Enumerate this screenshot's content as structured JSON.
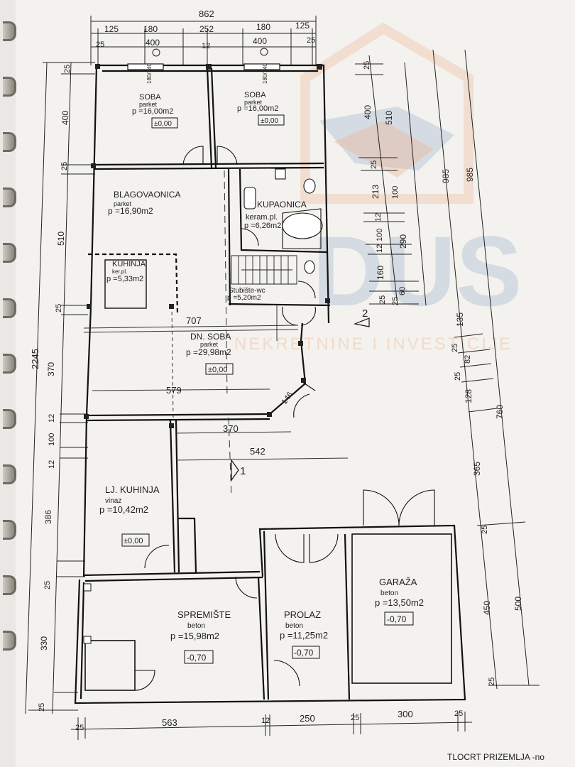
{
  "title": "TLOCRT PRIZEMLJA -no",
  "watermark": {
    "brand": "DUS",
    "tagline": "NEKRETNINE I INVESTICIJE"
  },
  "rooms": [
    {
      "id": "soba-1",
      "name": "SOBA",
      "floor": "parket",
      "area": "p =16,00m2",
      "level": "±0,00"
    },
    {
      "id": "soba-2",
      "name": "SOBA",
      "floor": "parket",
      "area": "p =16,00m2",
      "level": "±0,00"
    },
    {
      "id": "blagovaonica",
      "name": "BLAGOVAONICA",
      "floor": "parket",
      "area": "p =16,90m2"
    },
    {
      "id": "kupaonica",
      "name": "KUPAONICA",
      "floor": "keram.pl.",
      "area": "p =6,26m2"
    },
    {
      "id": "kuhinja",
      "name": "KUHINJA",
      "floor": "ker.pl.",
      "area": "p =5,33m2"
    },
    {
      "id": "stubiste",
      "name": "Stubište-wc",
      "area": "p =5,20m2"
    },
    {
      "id": "dn-soba",
      "name": "DN. SOBA",
      "floor": "parket",
      "area": "p =29,98m2",
      "level": "±0,00"
    },
    {
      "id": "lj-kuhinja",
      "name": "LJ. KUHINJA",
      "floor": "vinaz",
      "area": "p =10,42m2",
      "level": "±0,00"
    },
    {
      "id": "spremiste",
      "name": "SPREMIŠTE",
      "floor": "beton",
      "area": "p =15,98m2",
      "level": "-0,70"
    },
    {
      "id": "prolaz",
      "name": "PROLAZ",
      "floor": "beton",
      "area": "p =11,25m2",
      "level": "-0,70"
    },
    {
      "id": "garaza",
      "name": "GARAŽA",
      "floor": "beton",
      "area": "p =13,50m2",
      "level": "-0,70"
    }
  ],
  "top_dims": {
    "total": "862",
    "row2": [
      "125",
      "180",
      "252",
      "180",
      "125"
    ],
    "row3": [
      "25",
      "400",
      "12",
      "400",
      "25"
    ]
  },
  "window_marks": {
    "w1": "180/140",
    "w2": "180/140"
  },
  "left_dims": {
    "total": "2245",
    "parts": [
      "25",
      "400",
      "25",
      "510",
      "25",
      "370",
      "12",
      "100",
      "12",
      "386",
      "25",
      "330",
      "25"
    ]
  },
  "right_dims": {
    "inner": [
      "25",
      "400",
      "25",
      "213",
      "12",
      "100",
      "12",
      "160",
      "25",
      "60",
      "25"
    ],
    "mid": [
      "510",
      "100",
      "290",
      "135",
      "25",
      "82",
      "25",
      "128",
      "365",
      "25",
      "450",
      "25"
    ],
    "outer": [
      "985",
      "985",
      "760",
      "500"
    ]
  },
  "bottom_dims": [
    "25",
    "563",
    "12",
    "250",
    "25",
    "300",
    "25"
  ],
  "inner_dims": {
    "d707": "707",
    "d579": "579",
    "d370": "370",
    "d542": "542",
    "d146": "146"
  },
  "markers": {
    "m1": "1",
    "m2": "2"
  }
}
